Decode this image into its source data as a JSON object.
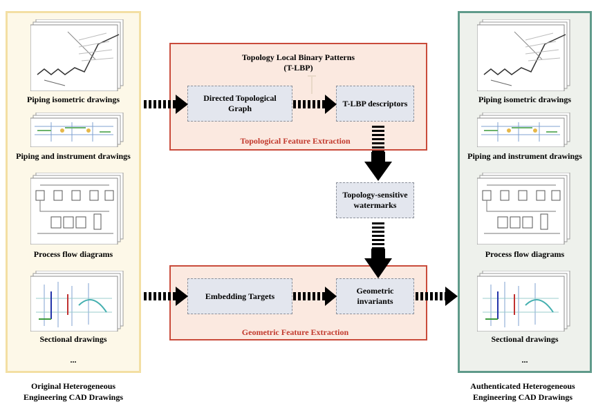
{
  "left_panel": {
    "items": [
      "Piping isometric drawings",
      "Piping and instrument drawings",
      "Process flow diagrams",
      "Sectional drawings",
      "..."
    ],
    "caption": [
      "Original Heterogeneous",
      "Engineering CAD Drawings"
    ]
  },
  "right_panel": {
    "items": [
      "Piping isometric drawings",
      "Piping and instrument drawings",
      "Process flow diagrams",
      "Sectional drawings",
      "..."
    ],
    "caption": [
      "Authenticated Heterogeneous",
      "Engineering CAD Drawings"
    ]
  },
  "topological_box": {
    "title_line1": "Topology Local Binary Patterns",
    "title_line2": "(T-LBP)",
    "footer": "Topological Feature Extraction",
    "node_graph": [
      "Directed Topological",
      "Graph"
    ],
    "node_descriptors": "T-LBP descriptors"
  },
  "watermark_node": [
    "Topology-sensitive",
    "watermarks"
  ],
  "geometric_box": {
    "footer": "Geometric Feature Extraction",
    "node_targets": "Embedding Targets",
    "node_invariants": [
      "Geometric",
      "invariants"
    ]
  },
  "colors": {
    "left_border": "#f3dfa3",
    "left_fill": "#fdf8e8",
    "right_border": "#5f9a8a",
    "right_fill": "#eef1ec",
    "red_border": "#c94a3a",
    "red_fill": "#fbe9e0",
    "node_fill": "#e3e6ee",
    "arrow": "#000000"
  }
}
